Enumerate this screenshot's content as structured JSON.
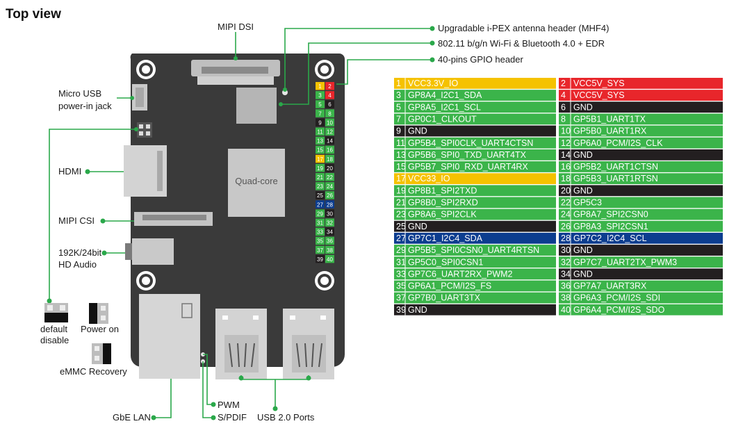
{
  "title": "Top view",
  "board": {
    "chip_label": "Quad-core"
  },
  "callouts": {
    "mipi_dsi": "MIPI DSI",
    "antenna": "Upgradable i-PEX antenna header (MHF4)",
    "wifi": "802.11 b/g/n Wi-Fi  & Bluetooth 4.0 + EDR",
    "gpio": "40-pins GPIO header",
    "micro_usb_1": "Micro USB",
    "micro_usb_2": "power-in jack",
    "hdmi": "HDMI",
    "mipi_csi": "MIPI CSI",
    "audio_1": "192K/24bit",
    "audio_2": "HD Audio",
    "default_1": "default",
    "default_2": "disable",
    "power_on": "Power on",
    "emmc": "eMMC Recovery",
    "gbe": "GbE LAN",
    "pwm": "PWM",
    "spdif": "S/PDIF",
    "usb": "USB 2.0 Ports"
  },
  "colors": {
    "yellow": "#f5c200",
    "red": "#e8262b",
    "green": "#3bb44a",
    "black": "#231f20",
    "blue": "#0c3d8f"
  },
  "pins": [
    {
      "num": "1",
      "name": "VCC3.3V_IO",
      "color": "yellow"
    },
    {
      "num": "2",
      "name": "VCC5V_SYS",
      "color": "red"
    },
    {
      "num": "3",
      "name": "GP8A4_I2C1_SDA",
      "color": "green"
    },
    {
      "num": "4",
      "name": "VCC5V_SYS",
      "color": "red"
    },
    {
      "num": "5",
      "name": "GP8A5_I2C1_SCL",
      "color": "green"
    },
    {
      "num": "6",
      "name": "GND",
      "color": "black"
    },
    {
      "num": "7",
      "name": "GP0C1_CLKOUT",
      "color": "green"
    },
    {
      "num": "8",
      "name": "GP5B1_UART1TX",
      "color": "green"
    },
    {
      "num": "9",
      "name": "GND",
      "color": "black"
    },
    {
      "num": "10",
      "name": "GP5B0_UART1RX",
      "color": "green"
    },
    {
      "num": "11",
      "name": "GP5B4_SPI0CLK_UART4CTSN",
      "color": "green"
    },
    {
      "num": "12",
      "name": "GP6A0_PCM/I2S_CLK",
      "color": "green"
    },
    {
      "num": "13",
      "name": "GP5B6_SPI0_TXD_UART4TX",
      "color": "green"
    },
    {
      "num": "14",
      "name": "GND",
      "color": "black"
    },
    {
      "num": "15",
      "name": "GP5B7_SPI0_RXD_UART4RX",
      "color": "green"
    },
    {
      "num": "16",
      "name": "GP5B2_UART1CTSN",
      "color": "green"
    },
    {
      "num": "17",
      "name": "VCC33_IO",
      "color": "yellow"
    },
    {
      "num": "18",
      "name": "GP5B3_UART1RTSN",
      "color": "green"
    },
    {
      "num": "19",
      "name": "GP8B1_SPI2TXD",
      "color": "green"
    },
    {
      "num": "20",
      "name": "GND",
      "color": "black"
    },
    {
      "num": "21",
      "name": "GP8B0_SPI2RXD",
      "color": "green"
    },
    {
      "num": "22",
      "name": "GP5C3",
      "color": "green"
    },
    {
      "num": "23",
      "name": "GP8A6_SPI2CLK",
      "color": "green"
    },
    {
      "num": "24",
      "name": "GP8A7_SPI2CSN0",
      "color": "green"
    },
    {
      "num": "25",
      "name": "GND",
      "color": "black"
    },
    {
      "num": "26",
      "name": "GP8A3_SPI2CSN1",
      "color": "green"
    },
    {
      "num": "27",
      "name": "GP7C1_I2C4_SDA",
      "color": "blue"
    },
    {
      "num": "28",
      "name": "GP7C2_I2C4_SCL",
      "color": "blue"
    },
    {
      "num": "29",
      "name": "GP5B5_SPI0CSN0_UART4RTSN",
      "color": "green"
    },
    {
      "num": "30",
      "name": "GND",
      "color": "black"
    },
    {
      "num": "31",
      "name": "GP5C0_SPI0CSN1",
      "color": "green"
    },
    {
      "num": "32",
      "name": "GP7C7_UART2TX_PWM3",
      "color": "green"
    },
    {
      "num": "33",
      "name": "GP7C6_UART2RX_PWM2",
      "color": "green"
    },
    {
      "num": "34",
      "name": "GND",
      "color": "black"
    },
    {
      "num": "35",
      "name": "GP6A1_PCM/I2S_FS",
      "color": "green"
    },
    {
      "num": "36",
      "name": "GP7A7_UART3RX",
      "color": "green"
    },
    {
      "num": "37",
      "name": "GP7B0_UART3TX",
      "color": "green"
    },
    {
      "num": "38",
      "name": "GP6A3_PCM/I2S_SDI",
      "color": "green"
    },
    {
      "num": "39",
      "name": "GND",
      "color": "black"
    },
    {
      "num": "40",
      "name": "GP6A4_PCM/I2S_SDO",
      "color": "green"
    }
  ]
}
